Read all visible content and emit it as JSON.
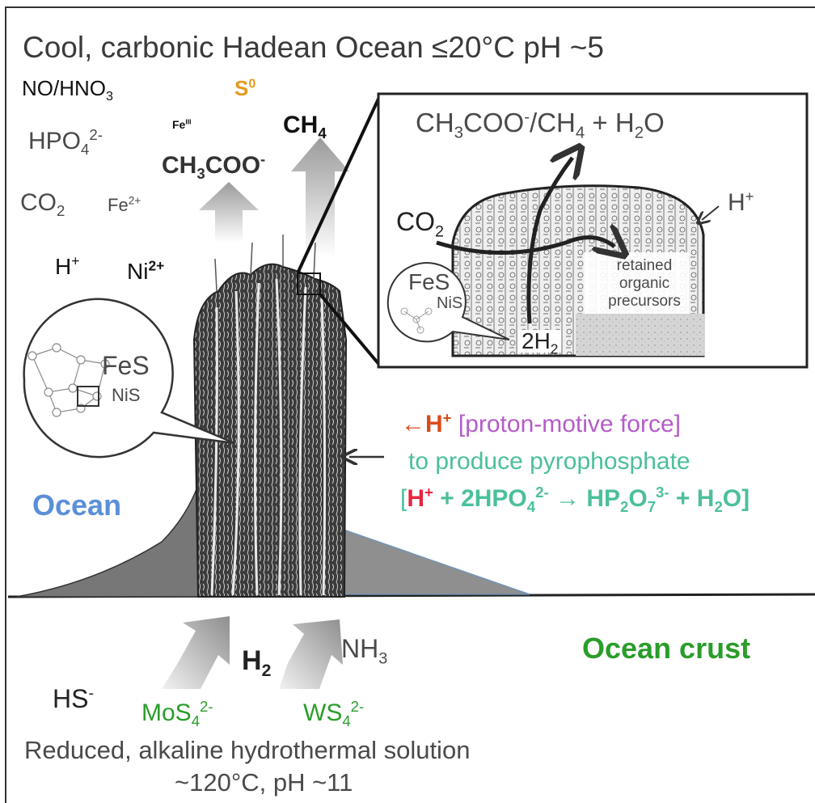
{
  "title": "Cool, carbonic Hadean Ocean  ≤20°C pH ~5",
  "ocean_species": {
    "no_hno3": "NO/HNO",
    "no_hno3_sub": "3",
    "s0": "S",
    "s0_sup": "0",
    "hpo4": "HPO",
    "hpo4_sub": "4",
    "hpo4_sup": "2-",
    "fe3": "Fe",
    "fe3_sup": "III",
    "ch4": "CH",
    "ch4_sub": "4",
    "acetate": "CH",
    "acetate_sub": "3",
    "acetate_rest": "COO",
    "acetate_sup": "-",
    "co2": "CO",
    "co2_sub": "2",
    "fe2": "Fe",
    "fe2_sup": "2+",
    "hplus": "H",
    "hplus_sup": "+",
    "ni2": "Ni",
    "ni2_sup": "2+"
  },
  "inset": {
    "products_a": "CH",
    "products_a_sub": "3",
    "products_b": "COO",
    "products_b_sup": "-",
    "products_c": "/CH",
    "products_c_sub": "4",
    "products_d": " + H",
    "products_d_sub": "2",
    "products_e": "O",
    "co2": "CO",
    "co2_sub": "2",
    "hplus": "H",
    "hplus_sup": "+",
    "retained_1": "retained",
    "retained_2": "organic",
    "retained_3": "precursors",
    "fes": "FeS",
    "nis": "NiS",
    "h2": "2H",
    "h2_sub": "2"
  },
  "bubble": {
    "fes": "FeS",
    "nis": "NiS"
  },
  "ocean_label": "Ocean",
  "pmf": {
    "arrow": "←",
    "h": "H",
    "h_sup": "+",
    "text": " [proton-motive force]",
    "line2": "to produce pyrophosphate",
    "eq_open": "[",
    "eq_h": "H",
    "eq_h_sup": "+",
    "eq_mid": " + 2HPO",
    "eq_mid_sub": "4",
    "eq_mid_sup": "2-",
    "eq_arrow": " → ",
    "eq_p": "HP",
    "eq_p_sub1": "2",
    "eq_p_o": "O",
    "eq_p_sub2": "7",
    "eq_p_sup": "3-",
    "eq_end": " + H",
    "eq_end_sub": "2",
    "eq_close": "O]"
  },
  "crust_label": "Ocean crust",
  "vent_species": {
    "h2": "H",
    "h2_sub": "2",
    "nh3": "NH",
    "nh3_sub": "3",
    "hs": "HS",
    "hs_sup": "-",
    "mos4": "MoS",
    "mos4_sub": "4",
    "mos4_sup": "2-",
    "ws4": "WS",
    "ws4_sub": "4",
    "ws4_sup": "2-"
  },
  "solution_line1": "Reduced, alkaline hydrothermal solution",
  "solution_line2": "~120°C, pH ~11",
  "colors": {
    "ocean": "#5b8fd8",
    "crust": "#2a9d2a",
    "sulfur": "#e59a1f",
    "pmf_arrow": "#d94c1a",
    "pmf_text": "#b45cc9",
    "pyrophosphate": "#4cbf9c",
    "proton_red": "#e8243e"
  }
}
